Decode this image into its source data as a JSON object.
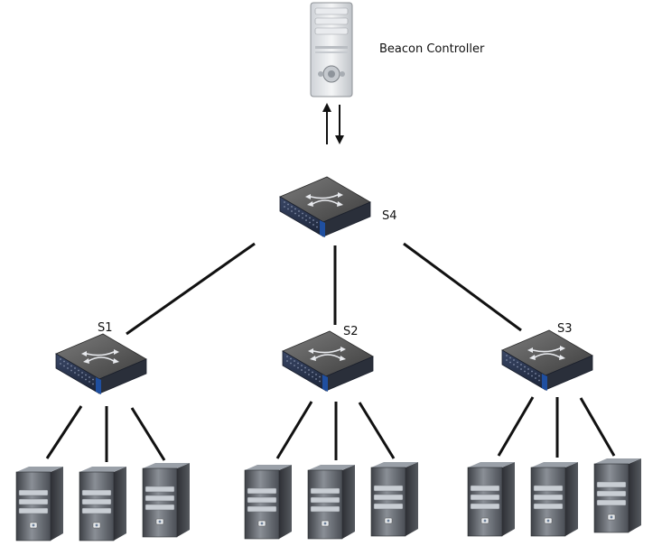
{
  "controller": {
    "label": "Beacon Controller",
    "icon": "controller-server-icon"
  },
  "core_switch": {
    "label": "S4",
    "icon": "network-switch-icon"
  },
  "edge_switches": [
    {
      "label": "S1",
      "icon": "network-switch-icon"
    },
    {
      "label": "S2",
      "icon": "network-switch-icon"
    },
    {
      "label": "S3",
      "icon": "network-switch-icon"
    }
  ],
  "hosts": [
    {
      "switch": "S1",
      "count": 3,
      "icon": "server-tower-icon"
    },
    {
      "switch": "S2",
      "count": 3,
      "icon": "server-tower-icon"
    },
    {
      "switch": "S3",
      "count": 3,
      "icon": "server-tower-icon"
    }
  ],
  "links": [
    {
      "from": "Beacon Controller",
      "to": "S4",
      "style": "bidirectional-arrows"
    },
    {
      "from": "S4",
      "to": "S1"
    },
    {
      "from": "S4",
      "to": "S2"
    },
    {
      "from": "S4",
      "to": "S3"
    },
    {
      "from": "S1",
      "to": "hosts"
    },
    {
      "from": "S2",
      "to": "hosts"
    },
    {
      "from": "S3",
      "to": "hosts"
    }
  ],
  "colors": {
    "switch_top": "#5a5a5a",
    "switch_front": "#2c3a58",
    "switch_stripe": "#1f4fa0",
    "server_body": "#5b5f66",
    "server_highlight": "#c9ced4",
    "line": "#111111"
  }
}
